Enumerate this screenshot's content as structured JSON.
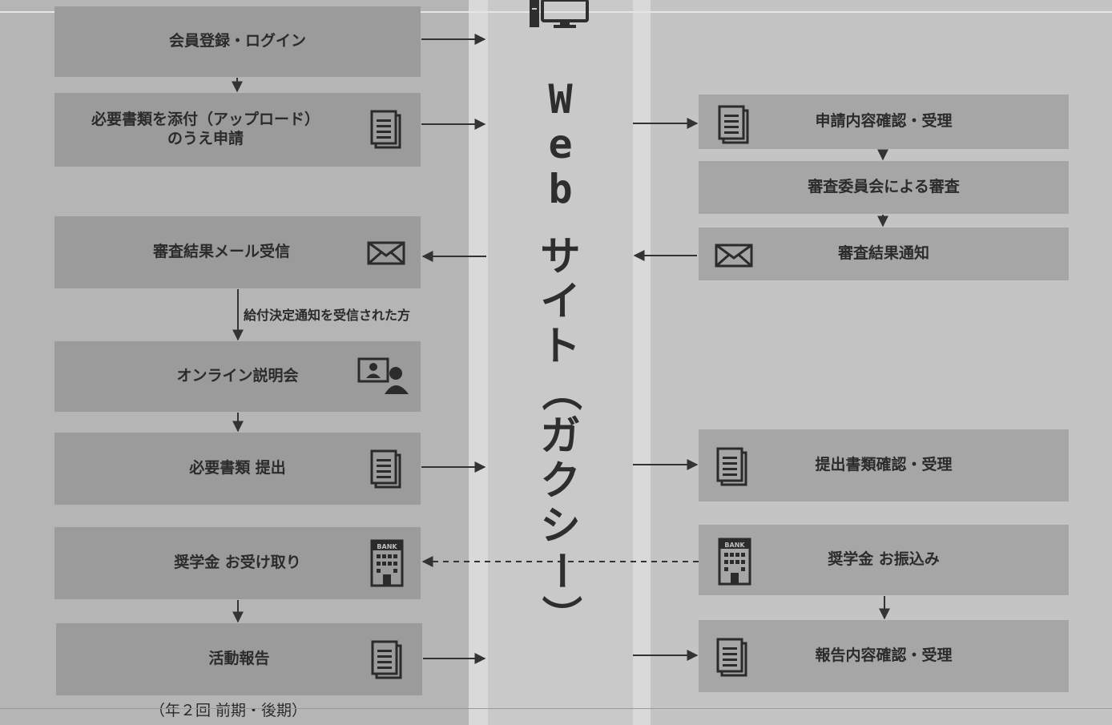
{
  "web_site_label_chars": [
    "W",
    "e",
    "b",
    " ",
    "サ",
    "イ",
    "ト",
    "（",
    "ガ",
    "ク",
    "シ",
    "ー",
    "）"
  ],
  "left": {
    "register": "会員登録・ログイン",
    "apply": "必要書類を添付（アップロード）\nのうえ申請",
    "result_mail": "審査結果メール受信",
    "decision_note": "給付決定通知を受信された方",
    "online_briefing": "オンライン説明会",
    "submit_docs": "必要書類 提出",
    "receive_scholarship": "奨学金 お受け取り",
    "activity_report": "活動報告",
    "report_note": "（年２回 前期・後期）"
  },
  "right": {
    "confirm_apply": "申請内容確認・受理",
    "committee_review": "審査委員会による審査",
    "result_notice": "審査結果通知",
    "confirm_docs": "提出書類確認・受理",
    "transfer": "奨学金 お振込み",
    "confirm_report": "報告内容確認・受理"
  },
  "icons": {
    "bank_label": "BANK"
  },
  "colors": {
    "left_box": "#9b9b9b",
    "right_box": "#a6a6a6",
    "arrow": "#333333"
  }
}
